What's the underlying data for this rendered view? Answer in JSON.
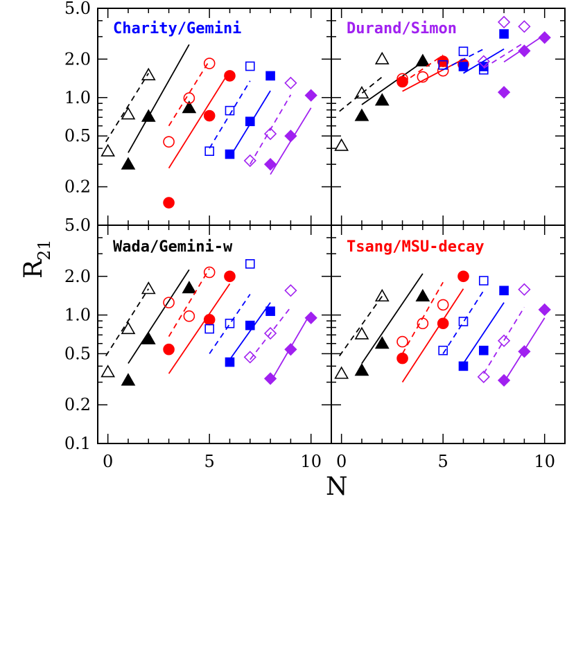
{
  "axes": {
    "xlabel": "N",
    "ylabel_main": "R",
    "ylabel_sub": "21",
    "x_ticks": [
      "0",
      "5",
      "10"
    ],
    "y_ticks_top": [
      "0.2",
      "0.5",
      "1.0",
      "2.0",
      "5.0"
    ],
    "y_ticks_bottom": [
      "0.1",
      "0.2",
      "0.5",
      "1.0",
      "2.0",
      "5.0"
    ]
  },
  "colors": {
    "black": "#000000",
    "red": "#ff0000",
    "blue": "#0000ff",
    "purple": "#a020f0"
  },
  "chart_data": [
    {
      "type": "scatter",
      "title": "Charity/Gemini",
      "title_color": "#0000ff",
      "xlim": [
        -0.5,
        11
      ],
      "ylim": [
        0.1,
        5.0
      ],
      "yscale": "log",
      "series": [
        {
          "color": "black",
          "marker": "triangle",
          "filled": false,
          "dash": true,
          "points": [
            [
              0,
              0.38
            ],
            [
              1,
              0.74
            ],
            [
              2,
              1.5
            ]
          ],
          "fit": [
            [
              -0.1,
              0.45
            ],
            [
              2.0,
              1.55
            ]
          ]
        },
        {
          "color": "black",
          "marker": "triangle",
          "filled": true,
          "dash": false,
          "points": [
            [
              1,
              0.3
            ],
            [
              2,
              0.71
            ],
            [
              4,
              0.83
            ]
          ],
          "fit": [
            [
              1.0,
              0.37
            ],
            [
              4.0,
              2.6
            ]
          ]
        },
        {
          "color": "red",
          "marker": "circle",
          "filled": false,
          "dash": true,
          "points": [
            [
              3,
              0.45
            ],
            [
              4,
              0.99
            ],
            [
              5,
              1.85
            ]
          ],
          "fit": [
            [
              3.0,
              0.6
            ],
            [
              5.0,
              1.95
            ]
          ]
        },
        {
          "color": "red",
          "marker": "circle",
          "filled": true,
          "dash": false,
          "points": [
            [
              3,
              0.15
            ],
            [
              5,
              0.72
            ],
            [
              6,
              1.48
            ]
          ],
          "fit": [
            [
              3.0,
              0.28
            ],
            [
              6.0,
              1.62
            ]
          ]
        },
        {
          "color": "blue",
          "marker": "square",
          "filled": false,
          "dash": true,
          "points": [
            [
              5,
              0.38
            ],
            [
              6,
              0.79
            ],
            [
              7,
              1.76
            ]
          ],
          "fit": [
            [
              5.0,
              0.4
            ],
            [
              7.0,
              1.35
            ]
          ]
        },
        {
          "color": "blue",
          "marker": "square",
          "filled": true,
          "dash": false,
          "points": [
            [
              6,
              0.36
            ],
            [
              7,
              0.65
            ],
            [
              8,
              1.48
            ]
          ],
          "fit": [
            [
              6.0,
              0.34
            ],
            [
              8.0,
              1.13
            ]
          ]
        },
        {
          "color": "purple",
          "marker": "diamond",
          "filled": false,
          "dash": true,
          "points": [
            [
              7,
              0.32
            ],
            [
              8,
              0.52
            ],
            [
              9,
              1.3
            ]
          ],
          "fit": [
            [
              7.0,
              0.3
            ],
            [
              9.0,
              1.05
            ]
          ]
        },
        {
          "color": "purple",
          "marker": "diamond",
          "filled": true,
          "dash": false,
          "points": [
            [
              8,
              0.3
            ],
            [
              9,
              0.5
            ],
            [
              10,
              1.04
            ]
          ],
          "fit": [
            [
              8.0,
              0.25
            ],
            [
              10.0,
              0.83
            ]
          ]
        }
      ]
    },
    {
      "type": "scatter",
      "title": "Durand/Simon",
      "title_color": "#a020f0",
      "xlim": [
        -0.5,
        11
      ],
      "ylim": [
        0.1,
        5.0
      ],
      "yscale": "log",
      "series": [
        {
          "color": "black",
          "marker": "triangle",
          "filled": false,
          "dash": true,
          "points": [
            [
              0,
              0.42
            ],
            [
              1,
              1.08
            ],
            [
              2,
              2.0
            ]
          ],
          "fit": [
            [
              -0.1,
              0.78
            ],
            [
              2.0,
              1.45
            ]
          ]
        },
        {
          "color": "black",
          "marker": "triangle",
          "filled": true,
          "dash": false,
          "points": [
            [
              1,
              0.72
            ],
            [
              2,
              0.95
            ],
            [
              4,
              1.93
            ]
          ],
          "fit": [
            [
              1.0,
              0.88
            ],
            [
              4.0,
              1.9
            ]
          ]
        },
        {
          "color": "red",
          "marker": "circle",
          "filled": false,
          "dash": true,
          "points": [
            [
              3,
              1.4
            ],
            [
              4,
              1.45
            ],
            [
              5,
              1.62
            ]
          ],
          "fit": [
            [
              3.0,
              1.3
            ],
            [
              5.0,
              2.15
            ]
          ]
        },
        {
          "color": "red",
          "marker": "circle",
          "filled": true,
          "dash": false,
          "points": [
            [
              3,
              1.33
            ],
            [
              5,
              1.92
            ],
            [
              6,
              1.82
            ]
          ],
          "fit": [
            [
              3.0,
              1.12
            ],
            [
              6.0,
              2.0
            ]
          ]
        },
        {
          "color": "blue",
          "marker": "square",
          "filled": false,
          "dash": true,
          "points": [
            [
              5,
              1.8
            ],
            [
              6,
              2.3
            ],
            [
              7,
              1.65
            ]
          ],
          "fit": [
            [
              5.0,
              1.65
            ],
            [
              7.0,
              2.4
            ]
          ]
        },
        {
          "color": "blue",
          "marker": "square",
          "filled": true,
          "dash": false,
          "points": [
            [
              6,
              1.75
            ],
            [
              7,
              1.75
            ],
            [
              8,
              3.15
            ]
          ],
          "fit": [
            [
              6.0,
              1.55
            ],
            [
              8.0,
              2.4
            ]
          ]
        },
        {
          "color": "purple",
          "marker": "diamond",
          "filled": false,
          "dash": true,
          "points": [
            [
              7,
              1.92
            ],
            [
              8,
              3.9
            ],
            [
              9,
              3.6
            ]
          ],
          "fit": [
            [
              7.0,
              1.7
            ],
            [
              9.0,
              2.7
            ]
          ]
        },
        {
          "color": "purple",
          "marker": "diamond",
          "filled": true,
          "dash": false,
          "points": [
            [
              8,
              1.1
            ],
            [
              9,
              2.32
            ],
            [
              10,
              2.95
            ]
          ],
          "fit": [
            [
              8.0,
              1.9
            ],
            [
              10.0,
              3.1
            ]
          ]
        }
      ]
    },
    {
      "type": "scatter",
      "title": "Wada/Gemini-w",
      "title_color": "#000000",
      "xlim": [
        -0.5,
        11
      ],
      "ylim": [
        0.1,
        5.0
      ],
      "yscale": "log",
      "series": [
        {
          "color": "black",
          "marker": "triangle",
          "filled": false,
          "dash": true,
          "points": [
            [
              0,
              0.36
            ],
            [
              1,
              0.78
            ],
            [
              2,
              1.6
            ]
          ],
          "fit": [
            [
              -0.1,
              0.48
            ],
            [
              2.0,
              1.6
            ]
          ]
        },
        {
          "color": "black",
          "marker": "triangle",
          "filled": true,
          "dash": false,
          "points": [
            [
              1,
              0.31
            ],
            [
              2,
              0.65
            ],
            [
              4,
              1.62
            ]
          ],
          "fit": [
            [
              1.0,
              0.42
            ],
            [
              4.0,
              2.25
            ]
          ]
        },
        {
          "color": "red",
          "marker": "circle",
          "filled": false,
          "dash": true,
          "points": [
            [
              3,
              1.25
            ],
            [
              4,
              0.98
            ],
            [
              5,
              2.15
            ]
          ],
          "fit": [
            [
              3.0,
              0.68
            ],
            [
              5.0,
              2.3
            ]
          ]
        },
        {
          "color": "red",
          "marker": "circle",
          "filled": true,
          "dash": false,
          "points": [
            [
              3,
              0.54
            ],
            [
              5,
              0.92
            ],
            [
              6,
              2.0
            ]
          ],
          "fit": [
            [
              3.0,
              0.35
            ],
            [
              6.0,
              1.75
            ]
          ]
        },
        {
          "color": "blue",
          "marker": "square",
          "filled": false,
          "dash": true,
          "points": [
            [
              5,
              0.78
            ],
            [
              6,
              0.86
            ],
            [
              7,
              2.5
            ]
          ],
          "fit": [
            [
              5.0,
              0.5
            ],
            [
              7.0,
              1.45
            ]
          ]
        },
        {
          "color": "blue",
          "marker": "square",
          "filled": true,
          "dash": false,
          "points": [
            [
              6,
              0.43
            ],
            [
              7,
              0.83
            ],
            [
              8,
              1.07
            ]
          ],
          "fit": [
            [
              6.0,
              0.45
            ],
            [
              8.0,
              1.25
            ]
          ]
        },
        {
          "color": "purple",
          "marker": "diamond",
          "filled": false,
          "dash": true,
          "points": [
            [
              7,
              0.47
            ],
            [
              8,
              0.72
            ],
            [
              9,
              1.55
            ]
          ],
          "fit": [
            [
              7.0,
              0.45
            ],
            [
              9.0,
              1.15
            ]
          ]
        },
        {
          "color": "purple",
          "marker": "diamond",
          "filled": true,
          "dash": false,
          "points": [
            [
              8,
              0.32
            ],
            [
              9,
              0.54
            ],
            [
              10,
              0.95
            ]
          ],
          "fit": [
            [
              8.0,
              0.3
            ],
            [
              10.0,
              1.05
            ]
          ]
        }
      ]
    },
    {
      "type": "scatter",
      "title": "Tsang/MSU-decay",
      "title_color": "#ff0000",
      "xlim": [
        -0.5,
        11
      ],
      "ylim": [
        0.1,
        5.0
      ],
      "yscale": "log",
      "series": [
        {
          "color": "black",
          "marker": "triangle",
          "filled": false,
          "dash": true,
          "points": [
            [
              0,
              0.35
            ],
            [
              1,
              0.71
            ],
            [
              2,
              1.4
            ]
          ],
          "fit": [
            [
              -0.1,
              0.48
            ],
            [
              2.0,
              1.4
            ]
          ]
        },
        {
          "color": "black",
          "marker": "triangle",
          "filled": true,
          "dash": false,
          "points": [
            [
              1,
              0.37
            ],
            [
              2,
              0.6
            ],
            [
              4,
              1.4
            ]
          ],
          "fit": [
            [
              1.0,
              0.42
            ],
            [
              4.0,
              2.1
            ]
          ]
        },
        {
          "color": "red",
          "marker": "circle",
          "filled": false,
          "dash": true,
          "points": [
            [
              3,
              0.62
            ],
            [
              4,
              0.86
            ],
            [
              5,
              1.2
            ]
          ],
          "fit": [
            [
              3.0,
              0.5
            ],
            [
              5.0,
              1.8
            ]
          ]
        },
        {
          "color": "red",
          "marker": "circle",
          "filled": true,
          "dash": false,
          "points": [
            [
              3,
              0.46
            ],
            [
              5,
              0.86
            ],
            [
              6,
              2.0
            ]
          ],
          "fit": [
            [
              3.0,
              0.3
            ],
            [
              6.0,
              1.6
            ]
          ]
        },
        {
          "color": "blue",
          "marker": "square",
          "filled": false,
          "dash": true,
          "points": [
            [
              5,
              0.53
            ],
            [
              6,
              0.89
            ],
            [
              7,
              1.85
            ]
          ],
          "fit": [
            [
              5.0,
              0.5
            ],
            [
              7.0,
              1.55
            ]
          ]
        },
        {
          "color": "blue",
          "marker": "square",
          "filled": true,
          "dash": false,
          "points": [
            [
              6,
              0.4
            ],
            [
              7,
              0.53
            ],
            [
              8,
              1.55
            ]
          ],
          "fit": [
            [
              6.0,
              0.42
            ],
            [
              8.0,
              1.25
            ]
          ]
        },
        {
          "color": "purple",
          "marker": "diamond",
          "filled": false,
          "dash": true,
          "points": [
            [
              7,
              0.33
            ],
            [
              8,
              0.63
            ],
            [
              9,
              1.58
            ]
          ],
          "fit": [
            [
              7.0,
              0.35
            ],
            [
              9.0,
              1.15
            ]
          ]
        },
        {
          "color": "purple",
          "marker": "diamond",
          "filled": true,
          "dash": false,
          "points": [
            [
              8,
              0.31
            ],
            [
              9,
              0.52
            ],
            [
              10,
              1.1
            ]
          ],
          "fit": [
            [
              8.0,
              0.3
            ],
            [
              10.0,
              0.95
            ]
          ]
        }
      ]
    }
  ]
}
